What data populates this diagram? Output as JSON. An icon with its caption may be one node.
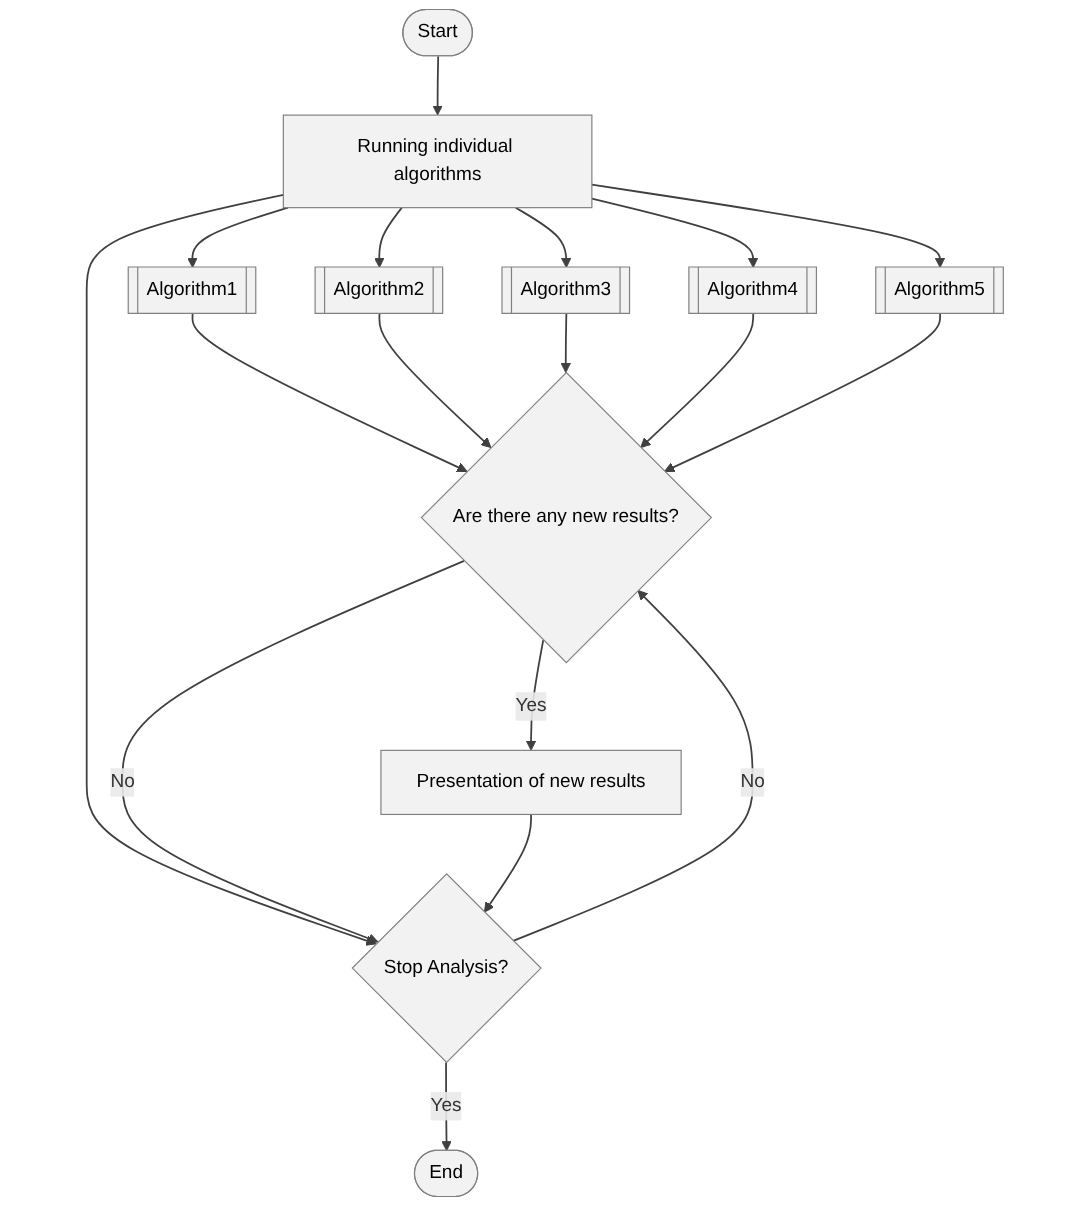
{
  "diagram": {
    "nodes": [
      {
        "text": [
          "Start"
        ]
      },
      {
        "text": [
          "Running individual algorithms"
        ]
      },
      {
        "text": [
          "Algorithm1"
        ]
      },
      {
        "text": [
          "Algorithm2"
        ]
      },
      {
        "text": [
          "Algorithm3"
        ]
      },
      {
        "text": [
          "Algorithm4"
        ]
      },
      {
        "text": [
          "Algorithm5"
        ]
      },
      {
        "text": [
          "Stop Analysis?"
        ]
      },
      {
        "text": [
          "Are there any new results?"
        ]
      },
      {
        "text": [
          "Presentation of new results"
        ]
      },
      {
        "text": [
          "End"
        ]
      }
    ],
    "edges": [
      {
        "from": 0,
        "to": 1,
        "arrow": "to"
      },
      {
        "from": 1,
        "to": 2,
        "arrow": "to"
      },
      {
        "from": 1,
        "to": 3,
        "arrow": "to"
      },
      {
        "from": 1,
        "to": 4,
        "arrow": "to"
      },
      {
        "from": 1,
        "to": 5,
        "arrow": "to"
      },
      {
        "from": 1,
        "to": 6,
        "arrow": "to"
      },
      {
        "from": 2,
        "to": 8,
        "arrow": "to"
      },
      {
        "from": 3,
        "to": 8,
        "arrow": "to"
      },
      {
        "from": 4,
        "to": 8,
        "arrow": "to"
      },
      {
        "from": 5,
        "to": 8,
        "arrow": "to"
      },
      {
        "from": 6,
        "to": 8,
        "arrow": "to"
      },
      {
        "from": 1,
        "to": 7,
        "arrow": "to"
      },
      {
        "from": 7,
        "to": 8,
        "label": "No",
        "arrow": "to"
      },
      {
        "from": 7,
        "to": 10,
        "label": "Yes",
        "arrow": "to"
      },
      {
        "from": 8,
        "to": 9,
        "label": "Yes",
        "arrow": "to"
      },
      {
        "from": 8,
        "to": 7,
        "label": "No",
        "arrow": "to"
      },
      {
        "from": 9,
        "to": 7,
        "arrow": "to"
      }
    ]
  }
}
